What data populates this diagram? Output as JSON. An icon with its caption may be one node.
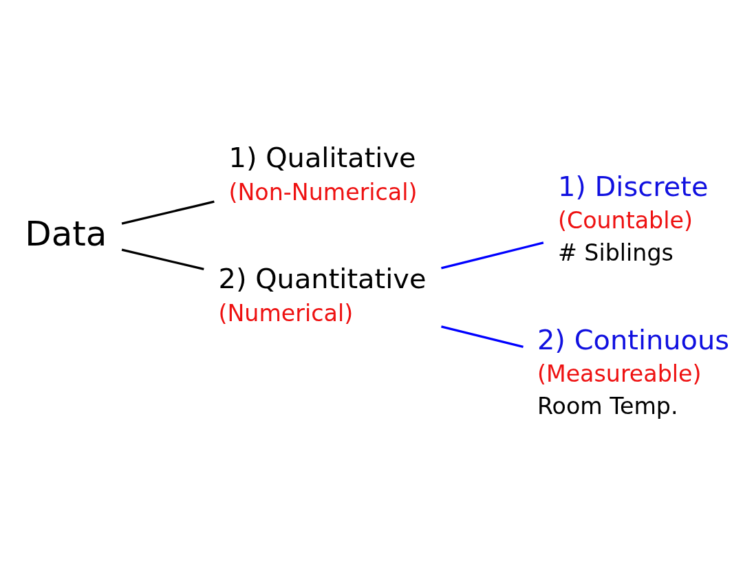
{
  "diagram": {
    "nodes": [
      {
        "text": [
          "Data"
        ]
      },
      {
        "text": [
          "1) Qualitative",
          "(Non-Numerical)"
        ]
      },
      {
        "text": [
          "2) Quantitative",
          "(Numerical)"
        ]
      },
      {
        "text": [
          "1) Discrete",
          "(Countable)",
          "# Siblings"
        ]
      },
      {
        "text": [
          "2) Continuous",
          "(Measureable)",
          "Room Temp."
        ]
      }
    ],
    "edges": [
      {
        "from": 0,
        "to": 1,
        "arrow": "none"
      },
      {
        "from": 0,
        "to": 2,
        "arrow": "none"
      },
      {
        "from": 2,
        "to": 3,
        "arrow": "none",
        "color": "#0000ff"
      },
      {
        "from": 2,
        "to": 4,
        "arrow": "none",
        "color": "#0000ff"
      }
    ]
  }
}
